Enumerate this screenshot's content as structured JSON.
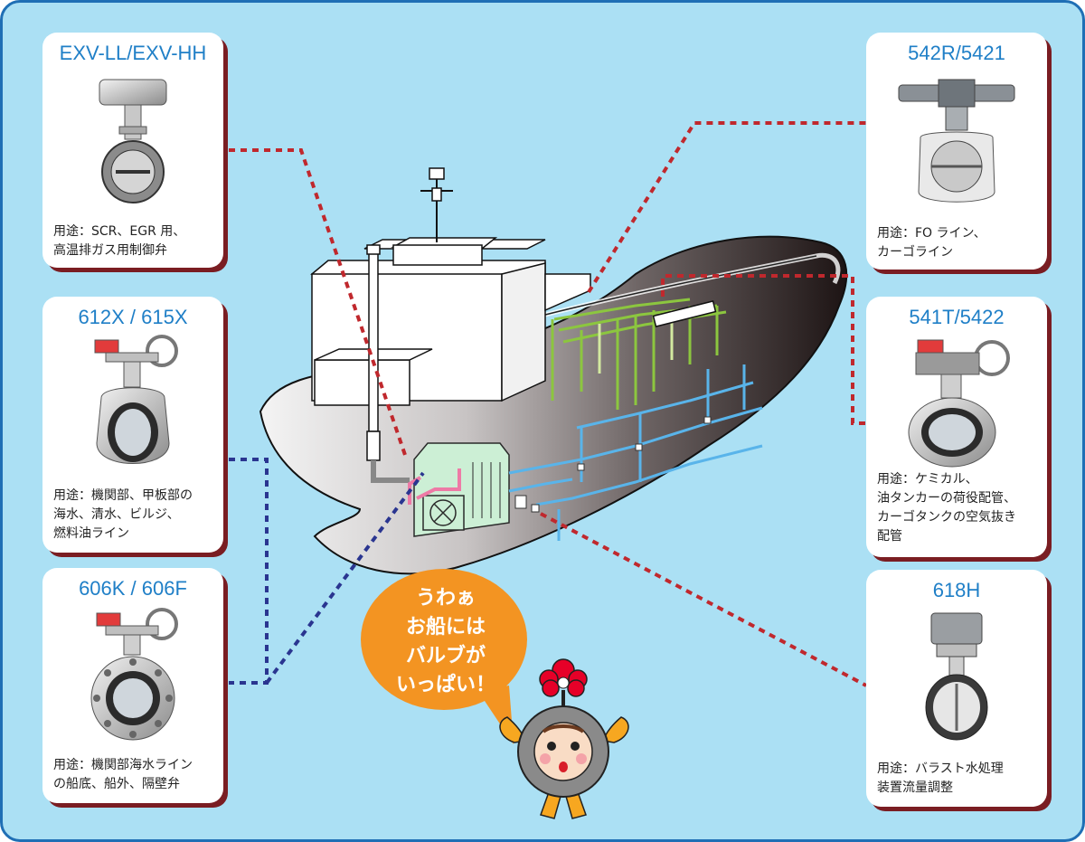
{
  "cards": {
    "exv": {
      "title": "EXV-LL/EXV-HH",
      "usage": [
        "用途：SCR、EGR 用、",
        "高温排ガス用制御弁"
      ],
      "icon": "actuated-butterfly-valve-icon"
    },
    "c612": {
      "title": "612X / 615X",
      "usage": [
        "用途：機関部、甲板部の",
        "海水、清水、ビルジ、",
        "燃料油ライン"
      ],
      "icon": "wafer-butterfly-valve-icon"
    },
    "c606": {
      "title": "606K / 606F",
      "usage": [
        "用途：機関部海水ライン",
        "の船底、船外、隔壁弁"
      ],
      "icon": "flanged-butterfly-valve-icon"
    },
    "c542": {
      "title": "542R/5421",
      "usage": [
        "用途：FO ライン、",
        "カーゴライン"
      ],
      "icon": "high-performance-butterfly-valve-icon"
    },
    "c541": {
      "title": "541T/5422",
      "usage": [
        "用途：ケミカル、",
        "油タンカーの荷役配管、",
        "カーゴタンクの空気抜き",
        "配管"
      ],
      "icon": "gear-operated-butterfly-valve-icon"
    },
    "c618": {
      "title": "618H",
      "usage": [
        "用途：バラスト水処理",
        "装置流量調整"
      ],
      "icon": "electric-actuated-butterfly-valve-icon"
    }
  },
  "bubble": {
    "lines": [
      "うわぁ",
      "お船には",
      "バルブが",
      "いっぱい！"
    ]
  },
  "colors": {
    "frame": "#1f6fb5",
    "background": "#abe0f4",
    "title": "#1f7fc7",
    "card_shadow": "#7a1d22",
    "leader_red": "#c0282d",
    "leader_blue": "#2a3590",
    "bubble": "#f39422",
    "pipe_green": "#8cc63f",
    "pipe_blue": "#59b4ea",
    "pipe_pink": "#ee7aa6"
  }
}
